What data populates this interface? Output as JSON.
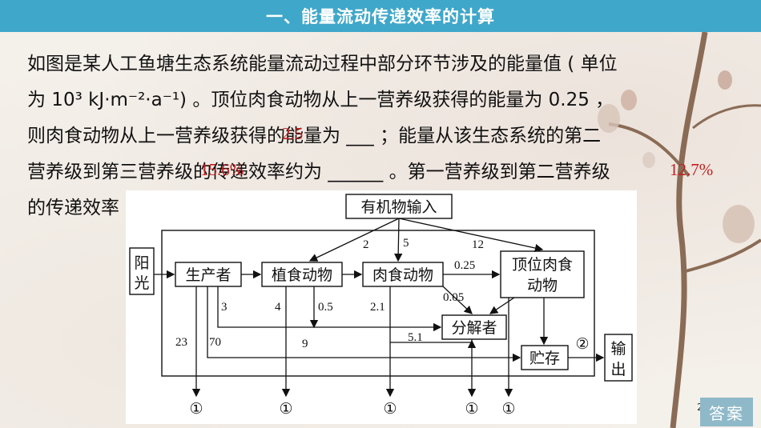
{
  "header": {
    "title": "一、能量流动传递效率的计算"
  },
  "body": {
    "line1": "如图是某人工鱼塘生态系统能量流动过程中部分环节涉及的能量值 ( 单位",
    "line2": "为 10³ kJ·m⁻²·a⁻¹) 。顶位肉食动物从上一营养级获得的能量为 0.25 ，",
    "line3": "则肉食动物从上一营养级获得的能量为 ___ ；能量从该生态系统的第二",
    "line4": "营养级到第三营养级的传递效率约为 ______ 。第一营养级到第二营养级",
    "line5": "的传递效率"
  },
  "answers": {
    "a1": "2.5",
    "a2": "15.6%",
    "a3": "12.7%"
  },
  "figure": {
    "input": "有机物输入",
    "sun": [
      "阳",
      "光"
    ],
    "producer": "生产者",
    "herbivore": "植食动物",
    "carnivore": "肉食动物",
    "top1": "顶位肉食",
    "top2": "动物",
    "decomposer": "分解者",
    "storage": "贮存",
    "out": [
      "输",
      "出"
    ],
    "circle1": "①",
    "circle2": "②",
    "nums": {
      "in_herb": "2",
      "in_carn": "5",
      "in_top": "12",
      "carn_top": "0.25",
      "carn_dec": "0.05",
      "p3": "3",
      "p23": "23",
      "p70": "70",
      "h4": "4",
      "h9": "9",
      "h05": "0.5",
      "c21": "2.1",
      "c51": "5.1"
    }
  },
  "footer": {
    "page": "2",
    "answer_button": "答案"
  }
}
